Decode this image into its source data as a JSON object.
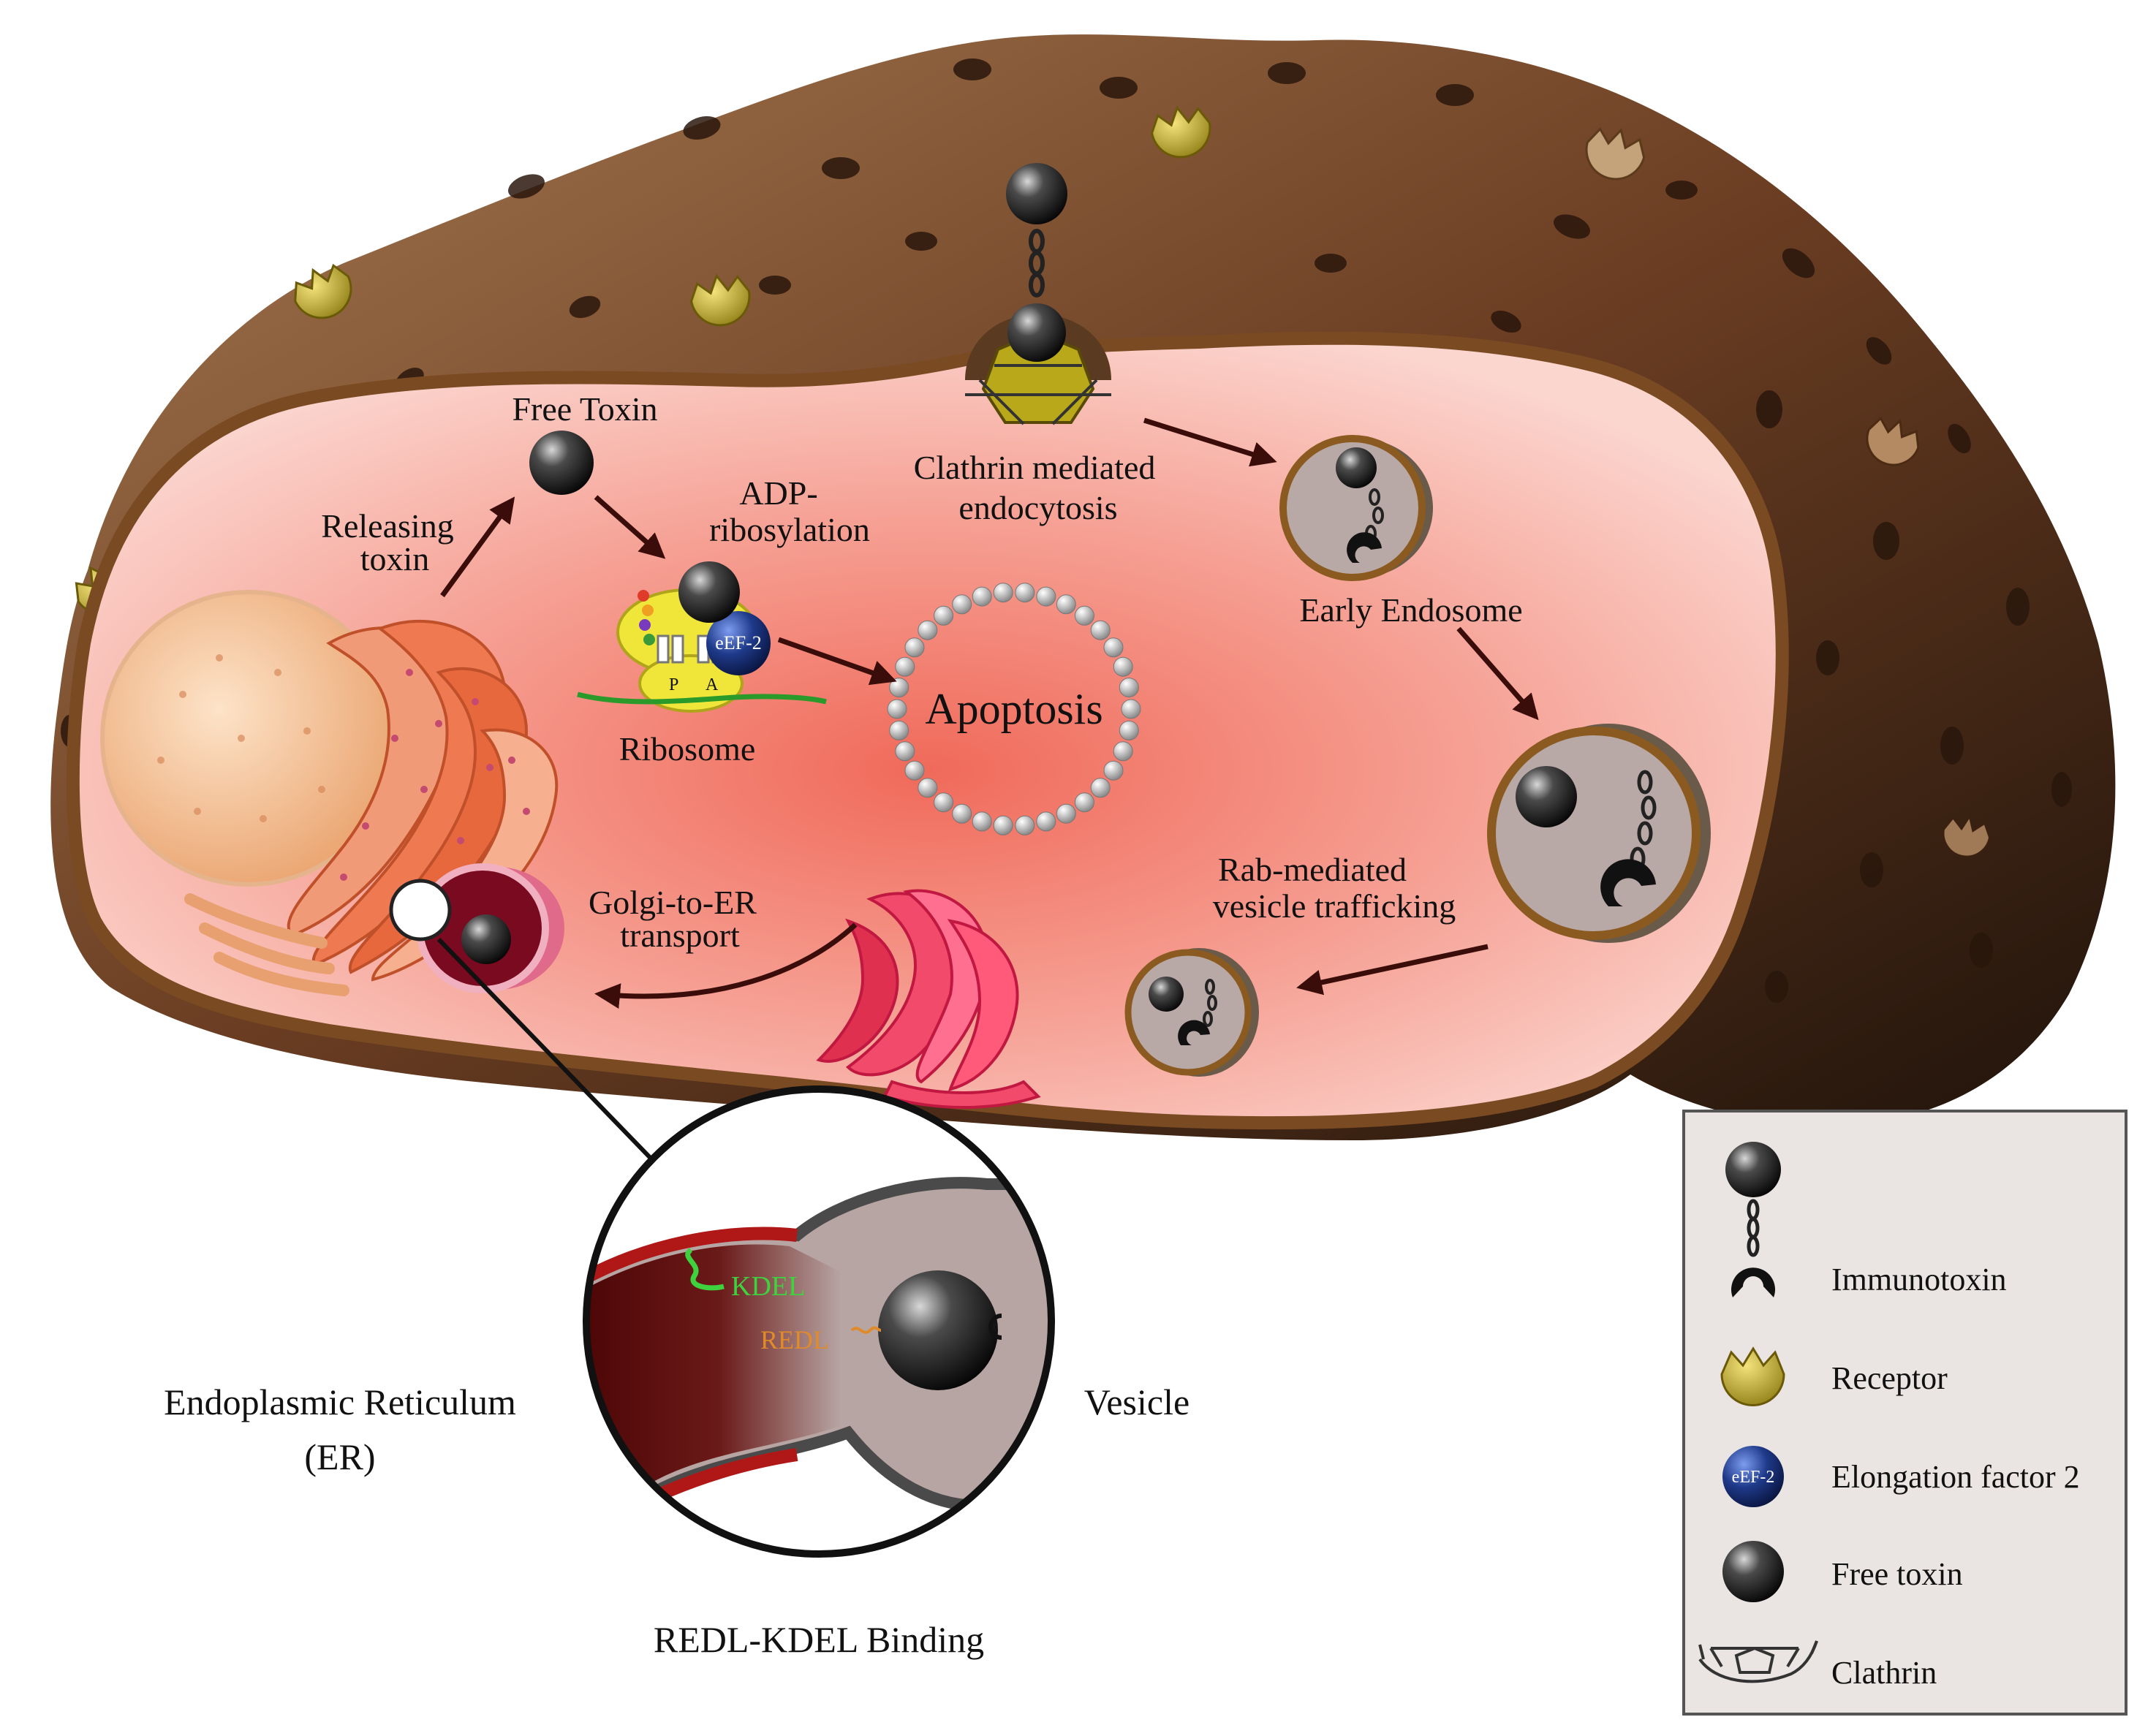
{
  "labels": {
    "free_toxin": "Free Toxin",
    "releasing_toxin_1": "Releasing",
    "releasing_toxin_2": "toxin",
    "adp_1": "ADP-",
    "adp_2": "ribosylation",
    "ribosome": "Ribosome",
    "eef2": "eEF-2",
    "ribo_p": "P",
    "ribo_a": "A",
    "apoptosis": "Apoptosis",
    "clathrin_1": "Clathrin mediated",
    "clathrin_2": "endocytosis",
    "early_endosome": "Early Endosome",
    "rab_1": "Rab-mediated",
    "rab_2": "vesicle trafficking",
    "golgi_1": "Golgi-to-ER",
    "golgi_2": "transport",
    "er_1": "Endoplasmic Reticulum",
    "er_2": "(ER)",
    "vesicle": "Vesicle",
    "kdel": "KDEL",
    "redl": "REDL",
    "binding": "REDL-KDEL Binding"
  },
  "legend": {
    "items": [
      {
        "icon": "immunotoxin-icon",
        "label": "Immunotoxin"
      },
      {
        "icon": "receptor-icon",
        "label": "Receptor"
      },
      {
        "icon": "eef2-icon",
        "label": "Elongation factor 2",
        "icon_text": "eEF-2"
      },
      {
        "icon": "free-toxin-icon",
        "label": "Free toxin"
      },
      {
        "icon": "clathrin-icon",
        "label": "Clathrin"
      }
    ]
  },
  "colors": {
    "membrane_dark": "#3a2112",
    "membrane_mid": "#7a4a2c",
    "cytoplasm": "#f7b0a6",
    "cytoplasm_center": "#f07a6a",
    "receptor": "#b8a81a",
    "eef2": "#1f3a8a",
    "kdel": "#3fd23f",
    "redl": "#e08a2a",
    "er_dark": "#5c0a0a",
    "vesicle_grey": "#b8a8a6"
  }
}
